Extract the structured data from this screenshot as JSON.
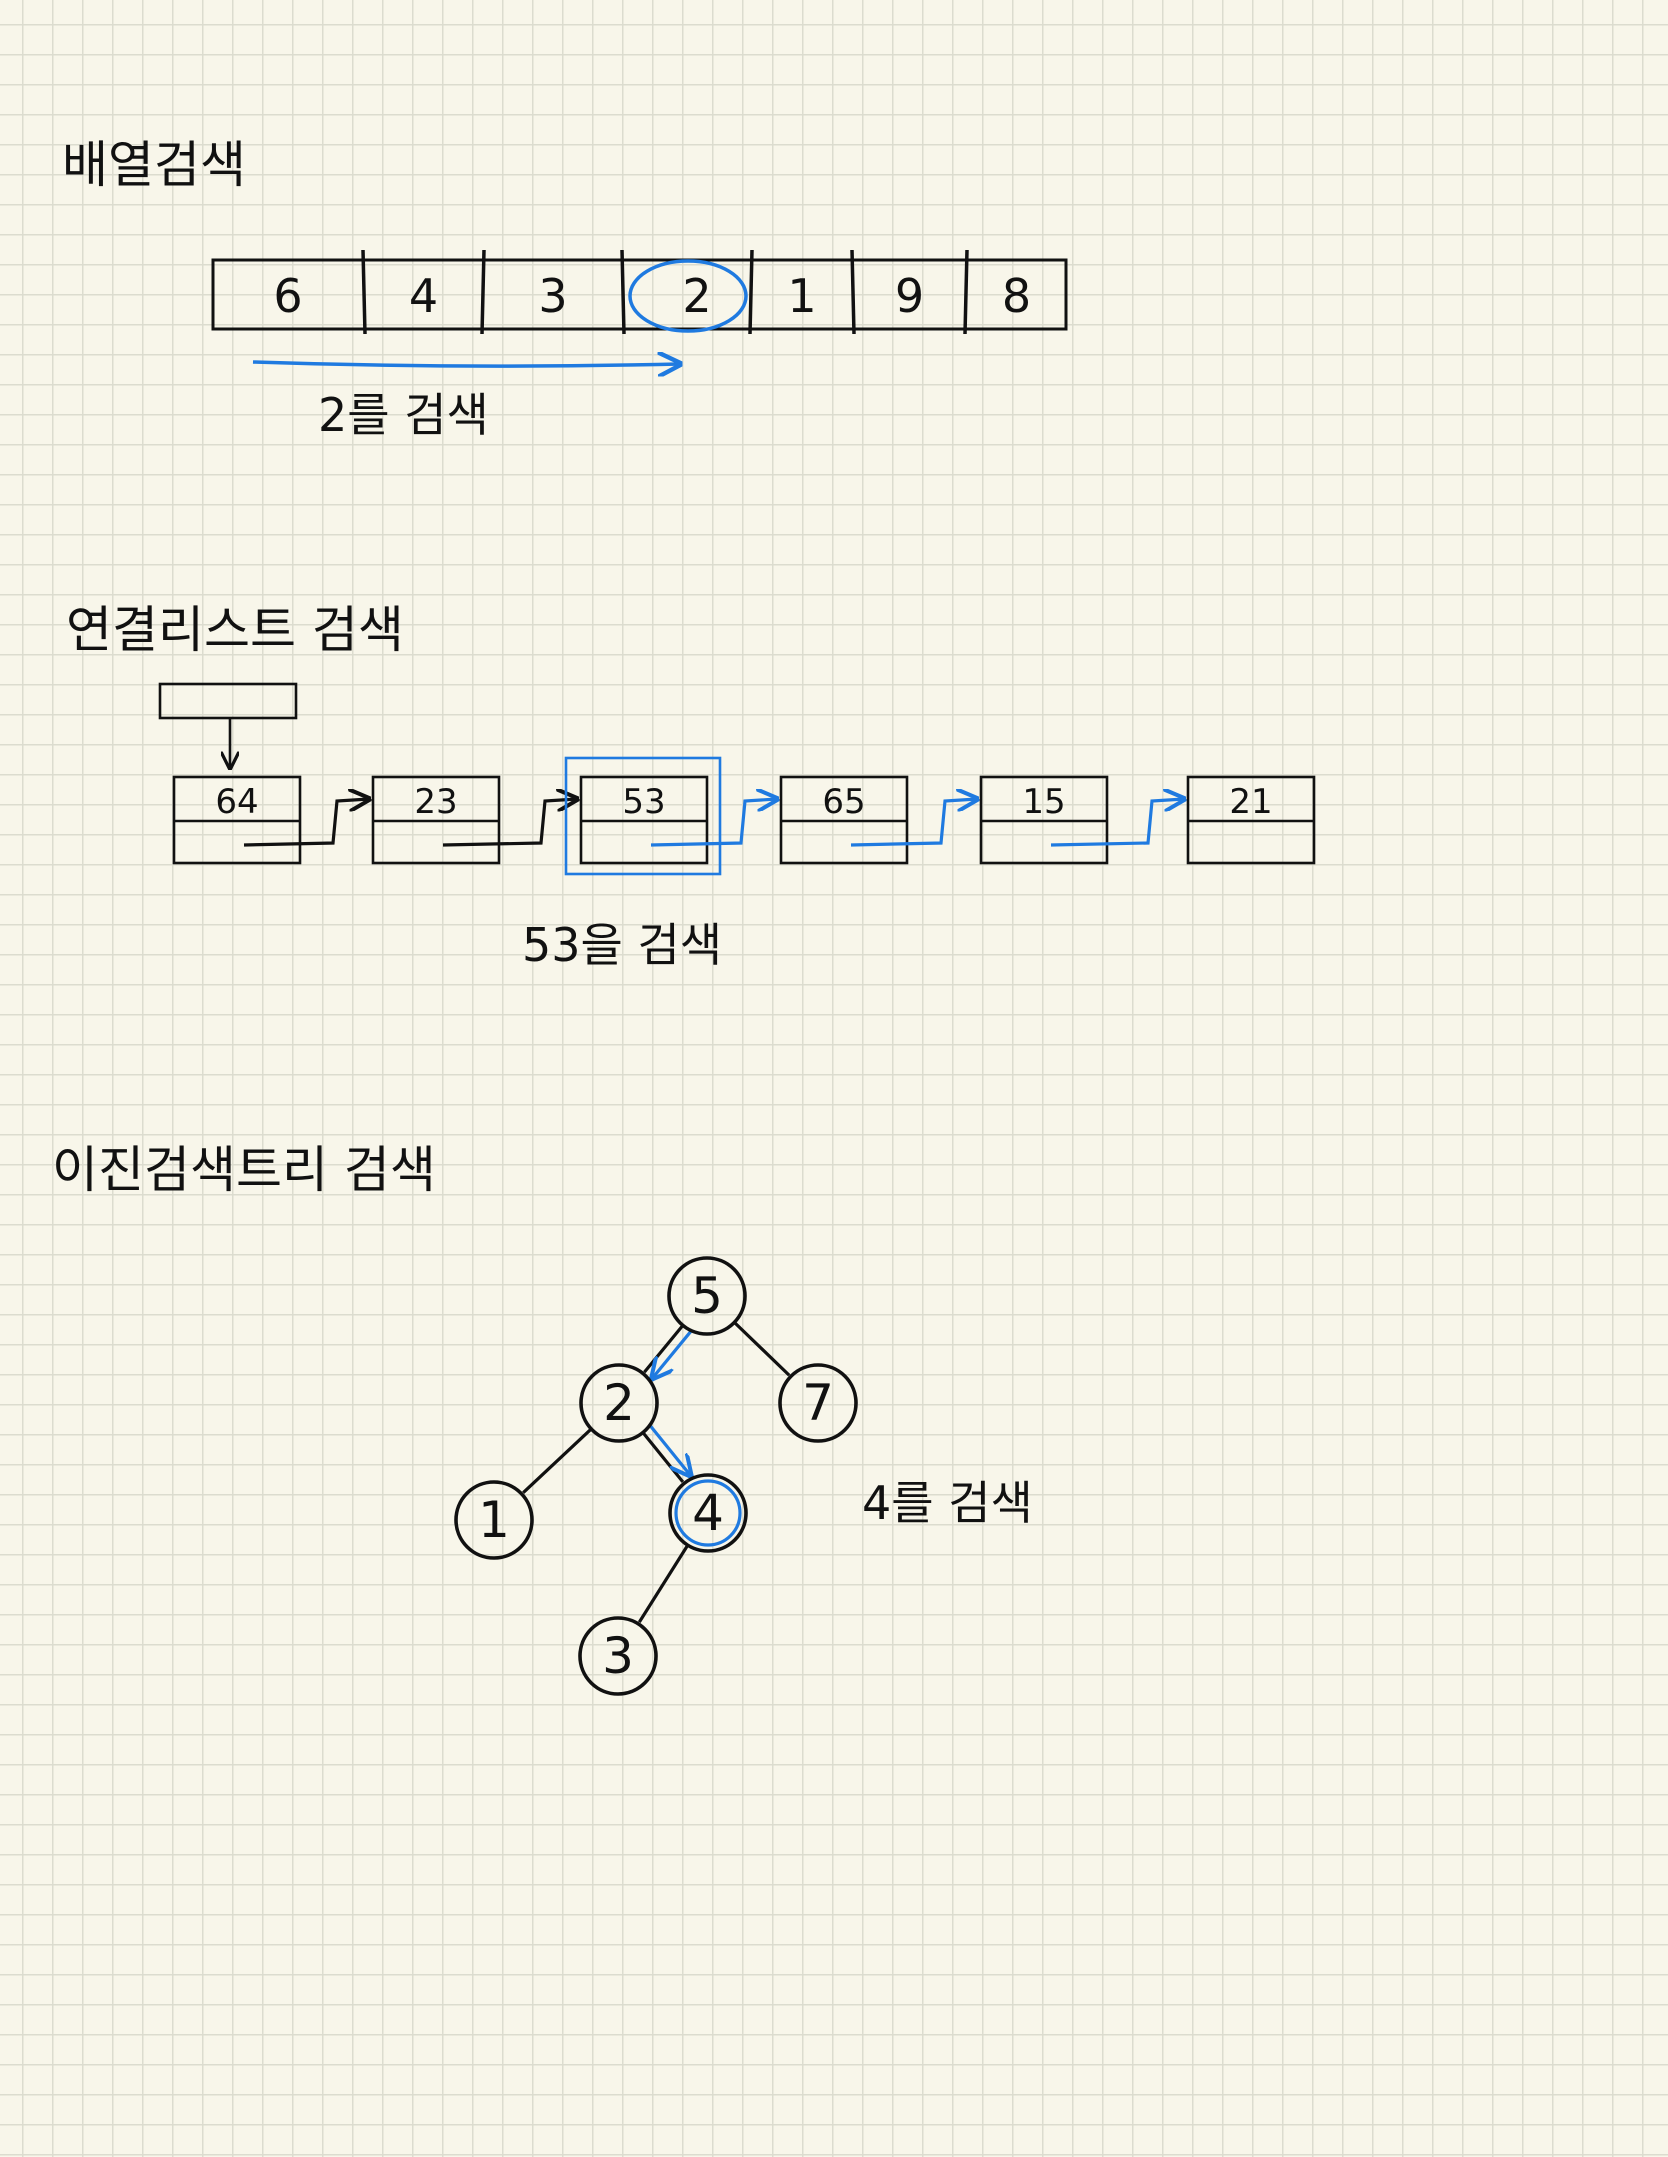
{
  "colors": {
    "ink": "#111111",
    "highlight": "#1f7ae0",
    "paper": "#f8f6ea",
    "grid": "#dcdccf"
  },
  "array_section": {
    "title": "배열검색",
    "cells": [
      "6",
      "4",
      "3",
      "2",
      "1",
      "9",
      "8"
    ],
    "target_index": 3,
    "caption": "2를 검색"
  },
  "linked_list_section": {
    "title": "연결리스트 검색",
    "nodes": [
      "64",
      "23",
      "53",
      "65",
      "15",
      "21"
    ],
    "target_index": 2,
    "caption": "53을 검색"
  },
  "bst_section": {
    "title": "이진검색트리 검색",
    "nodes": [
      {
        "id": "n5",
        "label": "5"
      },
      {
        "id": "n2",
        "label": "2"
      },
      {
        "id": "n7",
        "label": "7"
      },
      {
        "id": "n1",
        "label": "1"
      },
      {
        "id": "n4",
        "label": "4"
      },
      {
        "id": "n3",
        "label": "3"
      }
    ],
    "edges": [
      {
        "from": "n5",
        "to": "n2",
        "search_path": true
      },
      {
        "from": "n5",
        "to": "n7",
        "search_path": false
      },
      {
        "from": "n2",
        "to": "n1",
        "search_path": false
      },
      {
        "from": "n2",
        "to": "n4",
        "search_path": true
      },
      {
        "from": "n4",
        "to": "n3",
        "search_path": false
      }
    ],
    "target": "n4",
    "caption": "4를 검색"
  }
}
